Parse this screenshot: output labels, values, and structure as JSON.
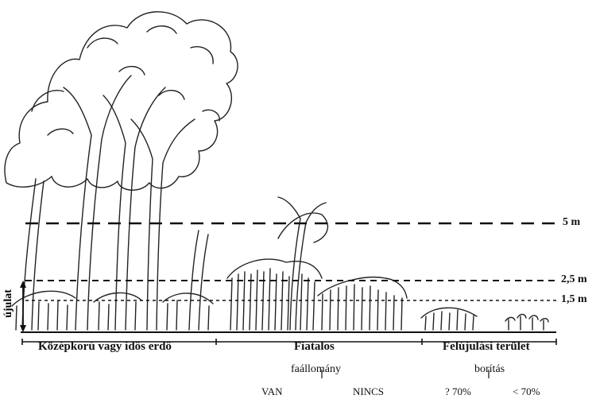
{
  "height_levels": [
    {
      "label": "5 m"
    },
    {
      "label": "2,5 m"
    },
    {
      "label": "1,5 m"
    }
  ],
  "regeneration_label": "újulat",
  "categories": [
    {
      "label": "Középkorú vagy idős erdő"
    },
    {
      "label": "Fiatalos"
    },
    {
      "label": "Felújulási terület"
    }
  ],
  "criteria": {
    "stand": "faállomány",
    "cover": "borítás"
  },
  "options": {
    "stand_yes": "VAN",
    "stand_no": "NINCS",
    "cover_high": "? 70%",
    "cover_low": "< 70%"
  }
}
